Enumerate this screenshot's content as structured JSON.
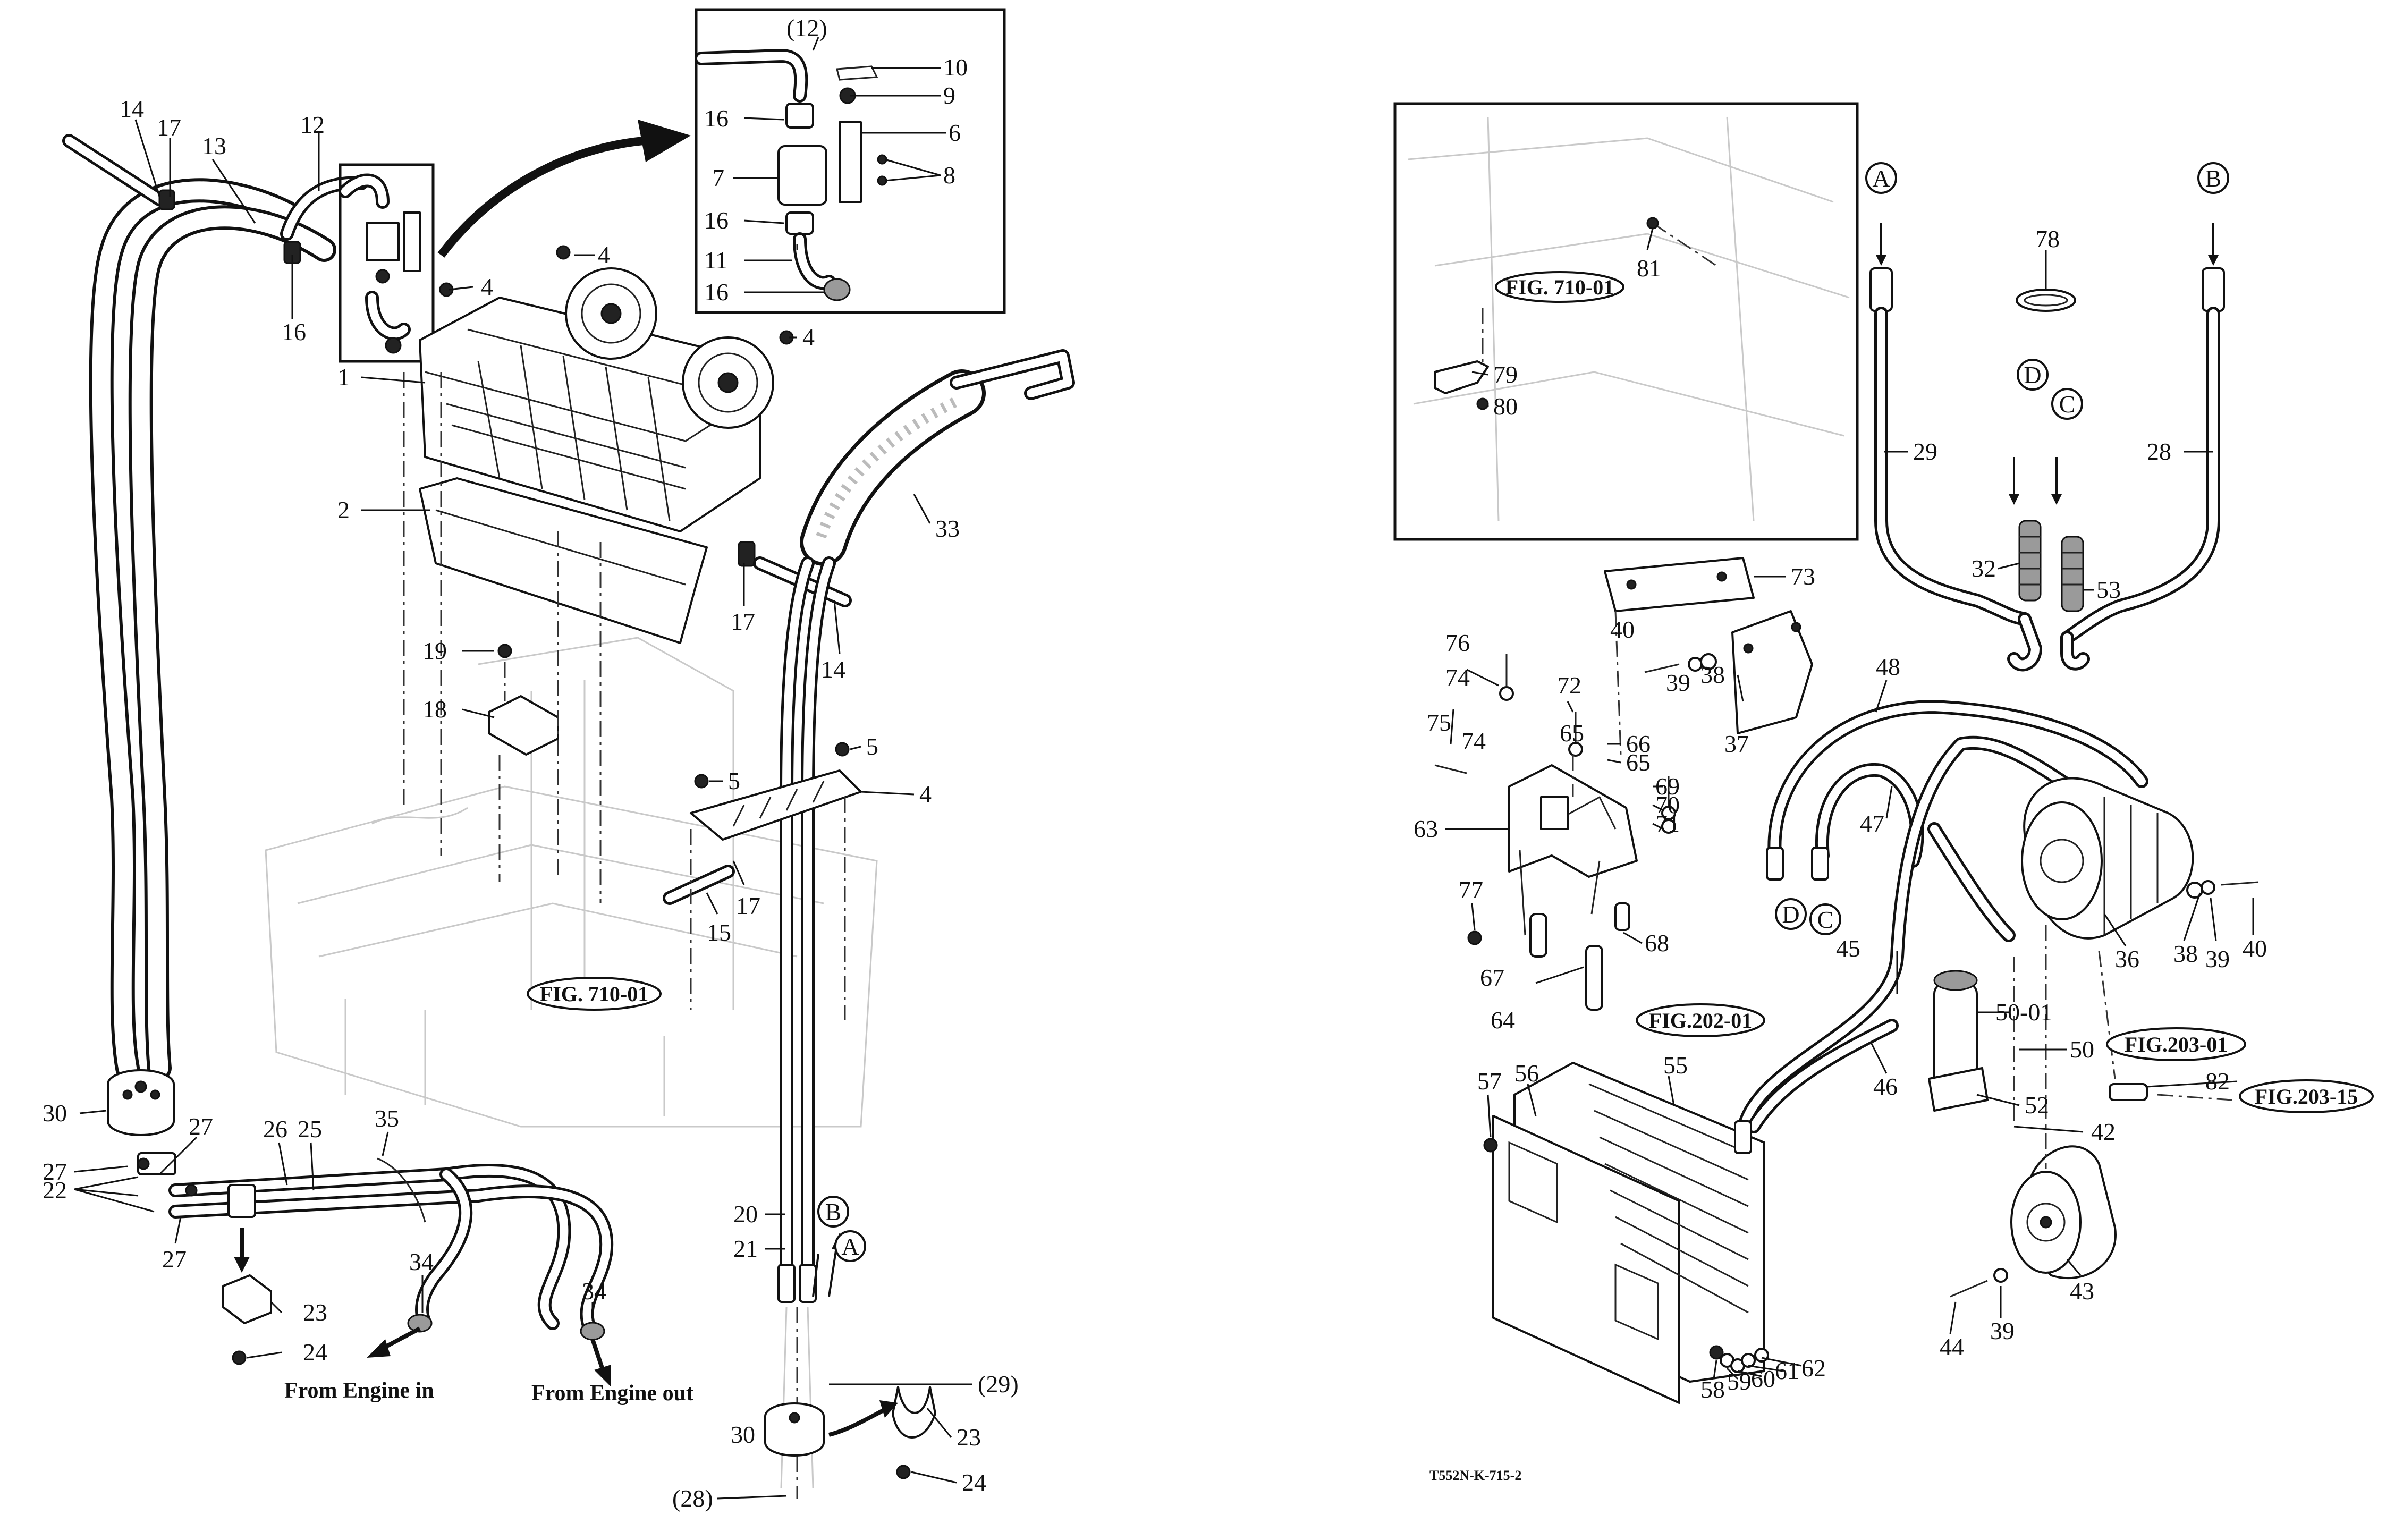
{
  "drawing_code": "T552N-K-715-2",
  "captions": {
    "from_engine_in": "From Engine in",
    "from_engine_out": "From Engine out"
  },
  "figure_refs": {
    "fig_710_01_main": "FIG. 710-01",
    "fig_710_01_inset": "FIG. 710-01",
    "fig_202_01": "FIG.202-01",
    "fig_203_01": "FIG.203-01",
    "fig_203_15": "FIG.203-15"
  },
  "connectors": {
    "A": "A",
    "B": "B",
    "C": "C",
    "D": "D"
  },
  "labels": {
    "l_12p": "(12)",
    "l_10": "10",
    "l_9": "9",
    "l_6": "6",
    "l_8": "8",
    "l_16a": "16",
    "l_7": "7",
    "l_16b": "16",
    "l_11": "11",
    "l_16c": "16",
    "l_14a": "14",
    "l_17a": "17",
    "l_13": "13",
    "l_12": "12",
    "l_16d": "16",
    "l_4a": "4",
    "l_4b": "4",
    "l_4c": "4",
    "l_1": "1",
    "l_2": "2",
    "l_33": "33",
    "l_17b": "17",
    "l_14b": "14",
    "l_19": "19",
    "l_18": "18",
    "l_5a": "5",
    "l_5b": "5",
    "l_4d": "4",
    "l_17c": "17",
    "l_15": "15",
    "l_30a": "30",
    "l_27a": "27",
    "l_26": "26",
    "l_25": "25",
    "l_35": "35",
    "l_27b": "27",
    "l_22": "22",
    "l_27c": "27",
    "l_23a": "23",
    "l_24a": "24",
    "l_34a": "34",
    "l_34b": "34",
    "l_20": "20",
    "l_21": "21",
    "l_29p": "(29)",
    "l_30b": "30",
    "l_23b": "23",
    "l_24b": "24",
    "l_28p": "(28)",
    "l_81": "81",
    "l_79": "79",
    "l_80": "80",
    "l_78": "78",
    "l_29": "29",
    "l_28": "28",
    "l_32": "32",
    "l_53": "53",
    "l_73": "73",
    "l_40a": "40",
    "l_39a": "39",
    "l_38a": "38",
    "l_37": "37",
    "l_48": "48",
    "l_76": "76",
    "l_74a": "74",
    "l_72": "72",
    "l_75": "75",
    "l_74b": "74",
    "l_65a": "65",
    "l_66": "66",
    "l_65b": "65",
    "l_69": "69",
    "l_70": "70",
    "l_71": "71",
    "l_63": "63",
    "l_47": "47",
    "l_77": "77",
    "l_68": "68",
    "l_67": "67",
    "l_64": "64",
    "l_45": "45",
    "l_36": "36",
    "l_38b": "38",
    "l_39b": "39",
    "l_40b": "40",
    "l_50_01": "50-01",
    "l_50": "50",
    "l_46": "46",
    "l_82": "82",
    "l_52": "52",
    "l_42": "42",
    "l_57": "57",
    "l_56": "56",
    "l_55": "55",
    "l_44": "44",
    "l_39c": "39",
    "l_43": "43",
    "l_58": "58",
    "l_59": "59",
    "l_60": "60",
    "l_61": "61",
    "l_62": "62"
  }
}
